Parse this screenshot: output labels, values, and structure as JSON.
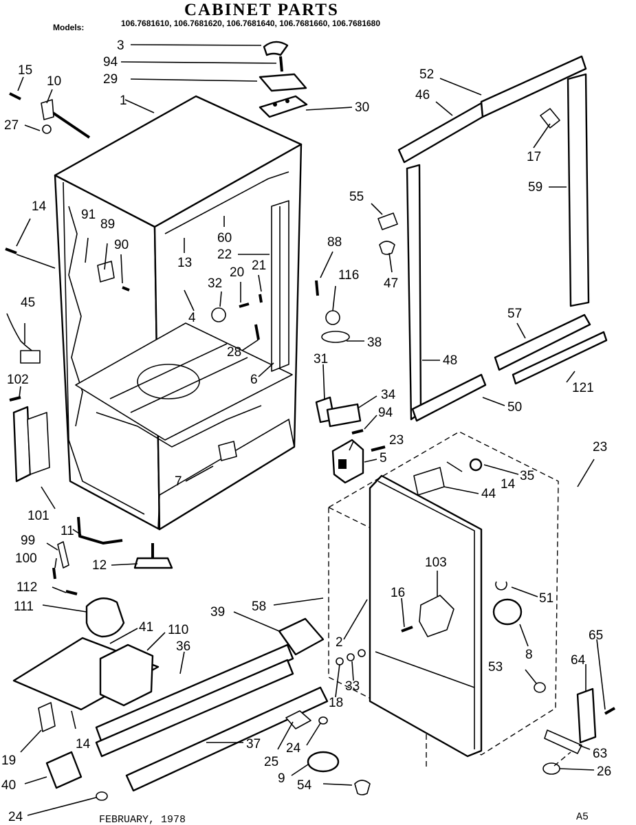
{
  "header": {
    "title": "CABINET PARTS",
    "models_label": "Models:",
    "models_list": "106.7681610, 106.7681620, 106.7681640, 106.7681660, 106.7681680"
  },
  "footer": {
    "date": "FEBRUARY, 1978",
    "page_code": "A5"
  },
  "callouts": [
    "3",
    "94",
    "29",
    "1",
    "30",
    "15",
    "10",
    "27",
    "52",
    "46",
    "17",
    "59",
    "14",
    "91",
    "89",
    "90",
    "60",
    "13",
    "22",
    "21",
    "20",
    "32",
    "55",
    "47",
    "88",
    "116",
    "45",
    "4",
    "28",
    "38",
    "57",
    "31",
    "6",
    "102",
    "34",
    "48",
    "50",
    "121",
    "94",
    "23",
    "5",
    "14",
    "35",
    "23",
    "7",
    "44",
    "101",
    "11",
    "99",
    "100",
    "12",
    "103",
    "112",
    "16",
    "111",
    "51",
    "39",
    "58",
    "41",
    "110",
    "36",
    "2",
    "8",
    "53",
    "65",
    "64",
    "33",
    "18",
    "19",
    "14",
    "37",
    "24",
    "25",
    "63",
    "26",
    "40",
    "9",
    "54",
    "24"
  ]
}
